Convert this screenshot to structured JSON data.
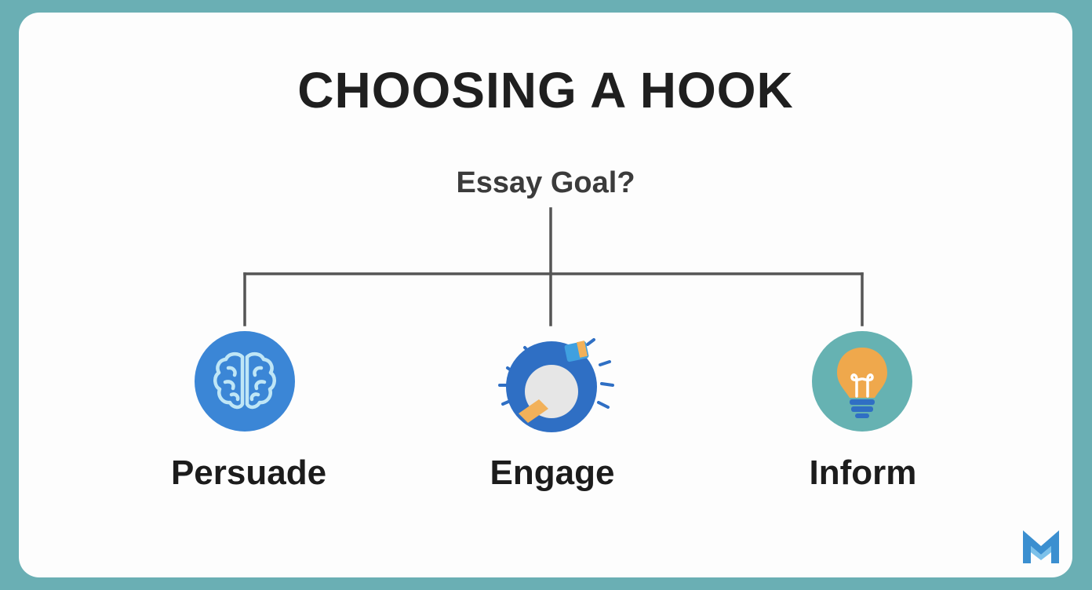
{
  "title": "CHOOSING A HOOK",
  "question": "Essay Goal?",
  "options": [
    {
      "label": "Persuade",
      "icon": "brain-icon",
      "color": "#3b86d6"
    },
    {
      "label": "Engage",
      "icon": "whistle-icon",
      "color": "#2f6fc4"
    },
    {
      "label": "Inform",
      "icon": "lightbulb-icon",
      "color": "#66b2b2"
    }
  ],
  "colors": {
    "background": "#6aafb4",
    "connector": "#555555",
    "logo": "#3b8fd0"
  }
}
